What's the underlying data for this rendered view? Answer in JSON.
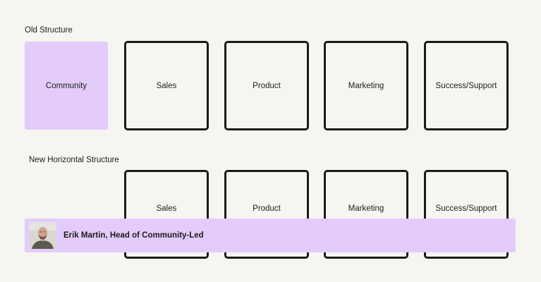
{
  "colors": {
    "background": "#f6f5f1",
    "accent_purple": "#e3ccfb",
    "box_border": "#1a1a1a",
    "text": "#1c1c1c"
  },
  "old_structure": {
    "label": "Old Structure",
    "boxes": [
      {
        "label": "Community",
        "highlighted": true
      },
      {
        "label": "Sales"
      },
      {
        "label": "Product"
      },
      {
        "label": "Marketing"
      },
      {
        "label": "Success/Support"
      }
    ]
  },
  "new_structure": {
    "label": "New Horizontal Structure",
    "boxes": [
      {
        "label": "Sales"
      },
      {
        "label": "Product"
      },
      {
        "label": "Marketing"
      },
      {
        "label": "Success/Support"
      }
    ],
    "banner": {
      "avatar_icon": "person-avatar-icon",
      "name": "Erik Martin, Head of Community-Led"
    }
  }
}
